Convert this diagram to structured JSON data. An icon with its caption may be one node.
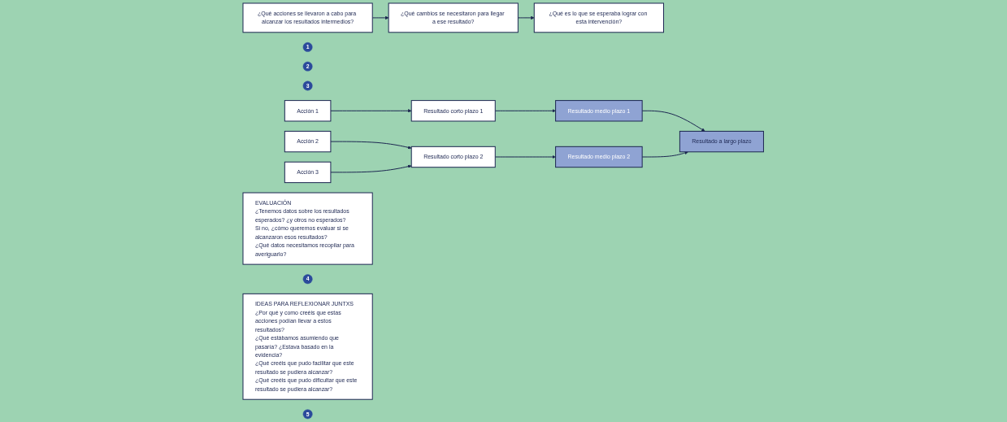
{
  "diagram": {
    "nodes": [
      {
        "text": [
          "¿Qué acciones se llevaron a cabo para alcanzar los resultados intermedios?"
        ]
      },
      {
        "text": [
          "1"
        ]
      },
      {
        "text": [
          "¿Qué cambios se necesitaron para llegar a ese resultado?"
        ]
      },
      {
        "text": [
          "2"
        ]
      },
      {
        "text": [
          "¿Qué es lo que se esperaba lograr con esta intervención?"
        ]
      },
      {
        "text": [
          "3"
        ]
      },
      {
        "text": [
          "Acción 1"
        ]
      },
      {
        "text": [
          "Resultado corto plazo 1"
        ]
      },
      {
        "text": [
          "Resultado medio plazo 1"
        ]
      },
      {
        "text": [
          "Resultado a largo plazo"
        ]
      },
      {
        "text": [
          "Acción 2"
        ]
      },
      {
        "text": [
          "Resultado corto plazo 2"
        ]
      },
      {
        "text": [
          "Resultado medio plazo 2"
        ]
      },
      {
        "text": [
          "Acción 3"
        ]
      },
      {
        "text": [
          "EVALUACIÓN",
          "¿Tenemos datos sobre los resultados esperados? ¿y otros no esperados?",
          "Si no, ¿cómo queremos evaluar si se alcanzaron esos resultados?",
          "¿Qué datos necesitamos recopilar para averiguarlo?"
        ]
      },
      {
        "text": [
          "4"
        ]
      },
      {
        "text": [
          "IDEAS PARA REFLEXIONAR JUNTXS",
          "¿Por qué y como creéis que estas acciones podían llevar a estos resultados?",
          "¿Qué estábamos asumiendo que pasaría? ¿Estava basado en la evidencia?",
          "¿Qué creéis que pudo facilitar que este resultado se pudiera alcanzar?",
          "¿Qué creéis que pudo dificultar que este resultado se pudiera alcanzar?"
        ]
      },
      {
        "text": [
          "5"
        ]
      }
    ],
    "edges": [
      {
        "from": 0,
        "to": 2,
        "arrow": "to"
      },
      {
        "from": 2,
        "to": 4,
        "arrow": "to"
      },
      {
        "from": 6,
        "to": 7,
        "arrow": "to"
      },
      {
        "from": 7,
        "to": 8,
        "arrow": "to"
      },
      {
        "from": 8,
        "to": 9,
        "arrow": "to"
      },
      {
        "from": 10,
        "to": 11,
        "arrow": "to"
      },
      {
        "from": 13,
        "to": 11,
        "arrow": "to"
      },
      {
        "from": 11,
        "to": 12,
        "arrow": "to"
      },
      {
        "from": 12,
        "to": 9,
        "arrow": "to"
      }
    ]
  }
}
